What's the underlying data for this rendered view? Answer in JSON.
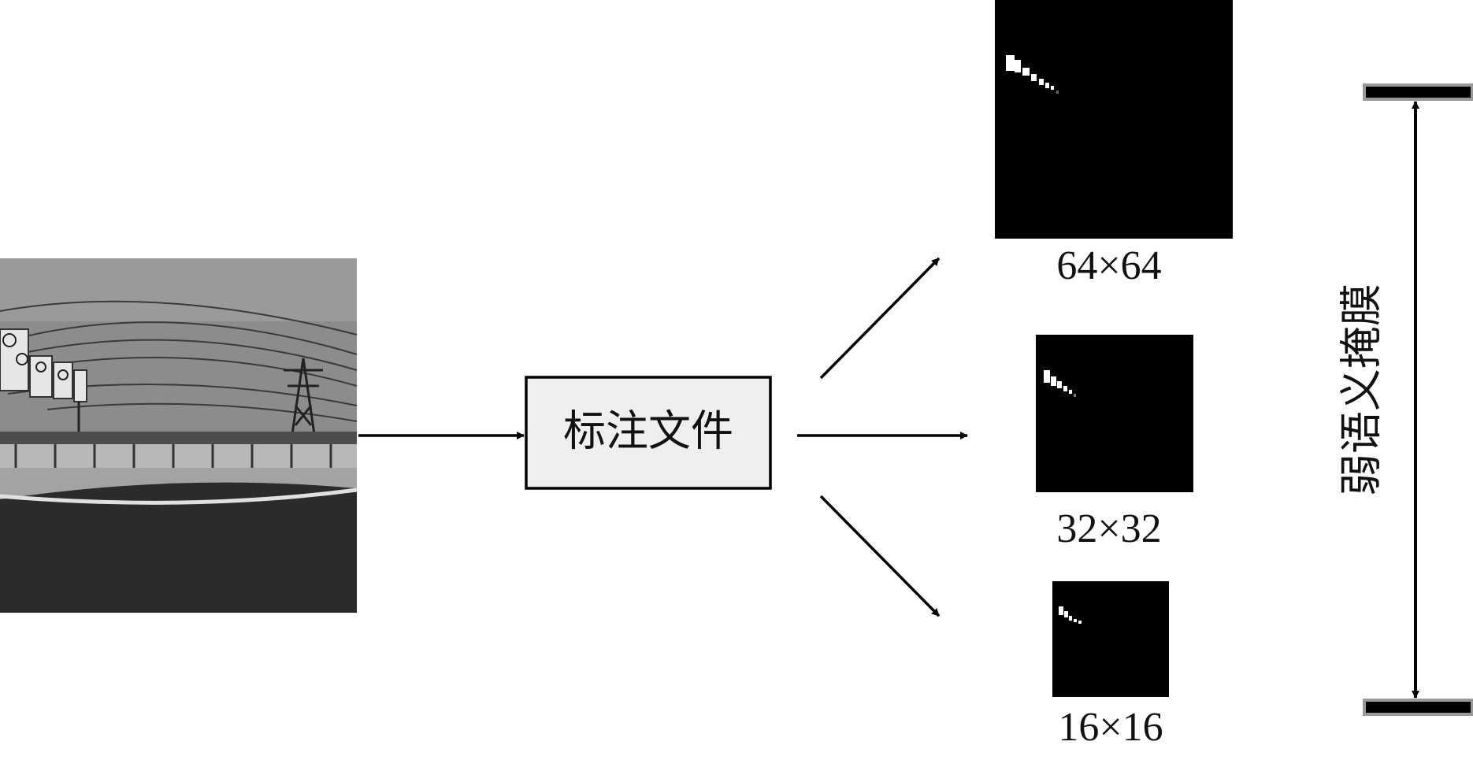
{
  "diagram": {
    "annotation_box_label": "标注文件",
    "mask_labels": [
      "64×64",
      "32×32",
      "16×16"
    ],
    "side_label": "弱语义掩膜"
  },
  "colors": {
    "background": "#ffffff",
    "stroke": "#000000",
    "box_fill": "#efefef",
    "mask_background": "#000000",
    "mask_highlight": "#ffffff",
    "cap_outline": "#999999",
    "photo_sky": "#8c8c8c",
    "photo_road": "#2b2b2b"
  },
  "icons": {
    "road_photo": "highway-road-photo",
    "pylon": "power-pylon-icon",
    "signboard": "traffic-sign-icon"
  }
}
